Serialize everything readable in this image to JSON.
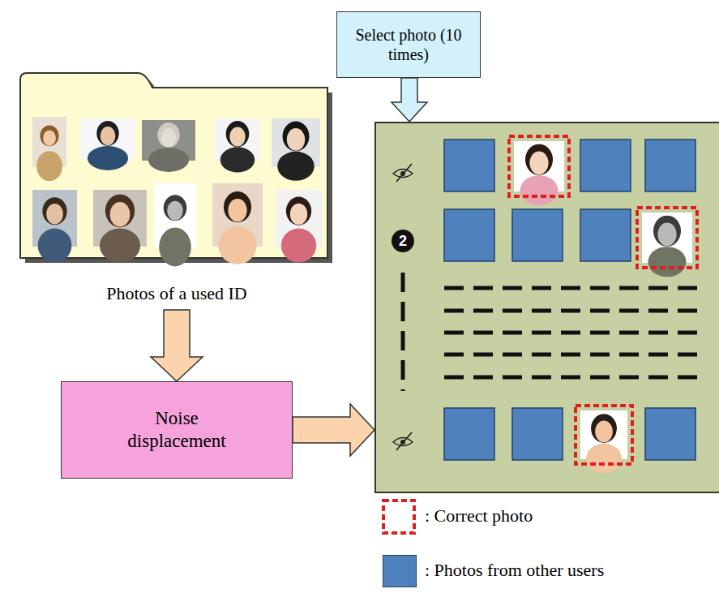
{
  "diagram": {
    "nodes": [
      {
        "text": [
          "Select photo (10 times)"
        ]
      },
      {
        "text": [
          "Photos of a used ID"
        ]
      },
      {
        "text": [
          "Noise displacement"
        ]
      },
      {
        "text": [
          "2"
        ]
      }
    ],
    "edges": [
      {
        "from": 0,
        "to": 3,
        "arrow": "to"
      },
      {
        "from": 1,
        "to": 2,
        "arrow": "to"
      },
      {
        "from": 2,
        "to": 3,
        "arrow": "to"
      }
    ],
    "legend": [
      {
        "text": ": Correct photo"
      },
      {
        "text": ": Photos from other users",
        "color": "#4f81bd"
      }
    ]
  }
}
